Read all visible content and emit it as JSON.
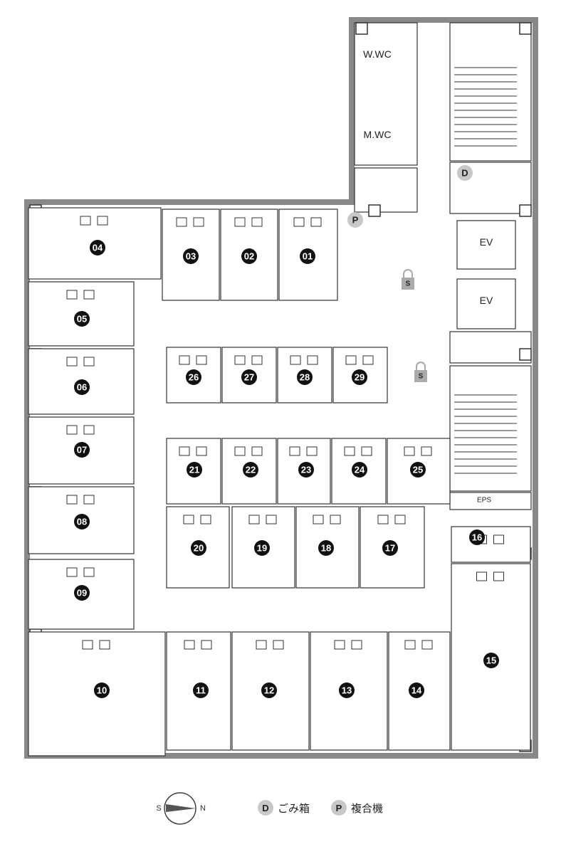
{
  "rooms": [
    "01",
    "02",
    "03",
    "04",
    "05",
    "06",
    "07",
    "08",
    "09",
    "10",
    "11",
    "12",
    "13",
    "14",
    "15",
    "16",
    "17",
    "18",
    "19",
    "20",
    "21",
    "22",
    "23",
    "24",
    "25",
    "26",
    "27",
    "28",
    "29"
  ],
  "labels": {
    "w_wc": "W.WC",
    "m_wc": "M.WC",
    "ev": "EV",
    "eps": "EPS"
  },
  "markers": {
    "trash": "D",
    "printer": "P",
    "security": "S"
  },
  "compass": {
    "south": "S",
    "north": "N"
  },
  "legend": [
    {
      "badge": "D",
      "text": "ごみ箱"
    },
    {
      "badge": "P",
      "text": "複合機"
    }
  ]
}
